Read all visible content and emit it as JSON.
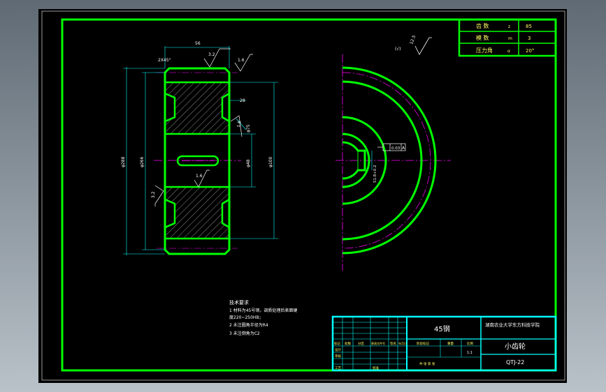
{
  "colors": {
    "viewport_bg_top": "#5f6a74",
    "viewport_bg_bottom": "#b9c2c9",
    "paper": "#000000",
    "frame": "#00ff00",
    "outline": "#00ff00",
    "dimension": "#00ffff",
    "center": "#ff00ff",
    "hatch": "#b0b0b0",
    "white_text": "#ffffff",
    "yellow_text": "#ffff66"
  },
  "params_table": {
    "rows": [
      {
        "label": "齿 数",
        "symbol": "z",
        "value": "85"
      },
      {
        "label": "模 数",
        "symbol": "m",
        "value": "3"
      },
      {
        "label": "压力角",
        "symbol": "α",
        "value": "20°"
      }
    ]
  },
  "side_view": {
    "top_width_dim": "56",
    "chamfer": "2X45°",
    "roughness_top": "3.2",
    "roughness_right_top": "1.6",
    "outer_dia": "φ288",
    "root_dia": "φ266",
    "bore_dia": "φ48",
    "rim_dim": "28",
    "hub_dia": "φ75",
    "right_outer_dia": "φ100",
    "roughness_mid": "1.6",
    "roughness_left": "3.2",
    "roughness_side": "1.6"
  },
  "front_view": {
    "roughness_label": "12.5",
    "roughness_suffix": "(√)",
    "tolerance_box": "0.03",
    "datum": "A",
    "key_dim": "51.8+0.2"
  },
  "notes": {
    "title": "技术要求",
    "lines": [
      "1 材料为45号钢，调质处理后表面硬",
      "  度220~250HB；",
      "2 未注圆角半径为R4",
      "3 未注倒角为C2"
    ]
  },
  "title_block": {
    "material": "45钢",
    "school": "湖南农业大学东方科技学院",
    "part_name": "小齿轮",
    "drawing_no": "QTJ-22",
    "grid_labels": [
      "标记",
      "处数",
      "分区",
      "更改文件号",
      "签名",
      "年月日"
    ],
    "role_design": "设计",
    "role_check": "审核",
    "role_process": "工艺",
    "stage_label": "阶段标记",
    "weight_label": "重量",
    "scale_label": "比例",
    "scale_value": "1:1",
    "sheet_label": "共 张 第 张",
    "approve_label": "批准"
  }
}
